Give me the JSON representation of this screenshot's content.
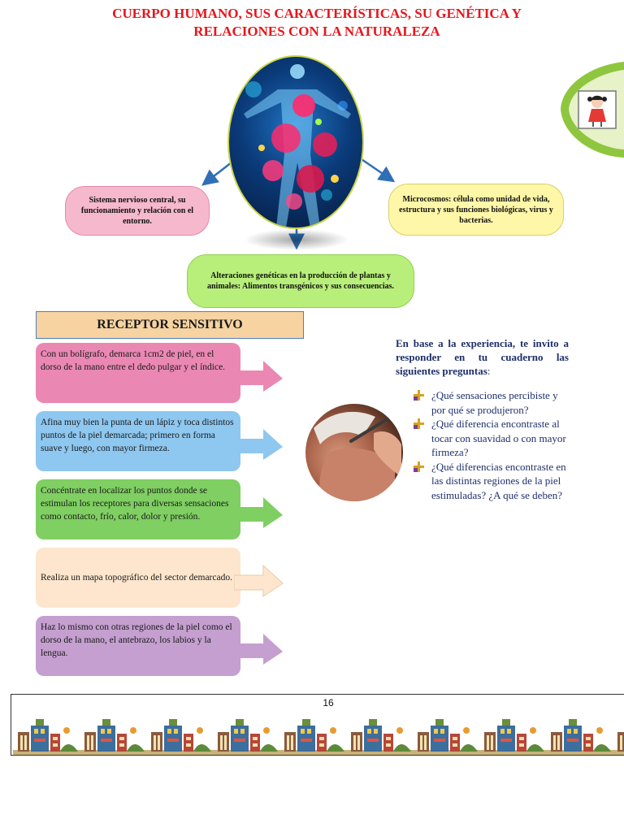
{
  "title": {
    "line1": "CUERPO HUMANO, SUS CARACTERÍSTICAS, SU GENÉTICA Y",
    "line2": "RELACIONES CON LA NATURALEZA"
  },
  "concept_map": {
    "left": "Sistema nervioso central, su funcionamiento y relación con el entorno.",
    "right": "Microcosmos: célula como unidad de vida, estructura y sus  funciones biológicas, virus y bacterias.",
    "bottom": "Alteraciones genéticas en la producción de plantas y animales: Alimentos transgénicos y sus consecuencias."
  },
  "receptor": {
    "header": "RECEPTOR SENSITIVO",
    "steps": [
      "Con un bolígrafo, demarca 1cm2 de piel, en el dorso de la mano entre el dedo pulgar y el índice.",
      "Afina muy bien la punta de un lápiz y toca distintos puntos de la piel demarcada; primero en forma suave y luego, con mayor firmeza.",
      "Concéntrate en localizar los puntos donde se estimulan los receptores para diversas sensaciones como contacto, frío, calor, dolor y presión.",
      "Realiza un mapa topográfico del sector demarcado.",
      "Haz lo mismo con otras regiones de la piel como el dorso de la mano, el antebrazo, los labios y la lengua."
    ]
  },
  "questions": {
    "intro_bold": "En base a la experiencia, te invito a responder en tu cuaderno las siguientes preguntas",
    "intro_end": ":",
    "items": [
      "¿Qué sensaciones percibiste y por qué se produjeron?",
      "¿Qué diferencia encontraste al tocar con suavidad o con mayor firmeza?",
      "¿Qué diferencias encontraste en las distintas regiones de la piel estimuladas? ¿A qué se deben?"
    ]
  },
  "footer": {
    "page_number": "16"
  },
  "colors": {
    "title": "#e8141b",
    "arrow": "#2e6fb5",
    "question_text": "#1f2f6b",
    "step1": "#ea88b3",
    "step2": "#8ec7ef",
    "step3": "#7fcf62",
    "step4": "#fde6cd",
    "step5": "#c49fcf"
  }
}
